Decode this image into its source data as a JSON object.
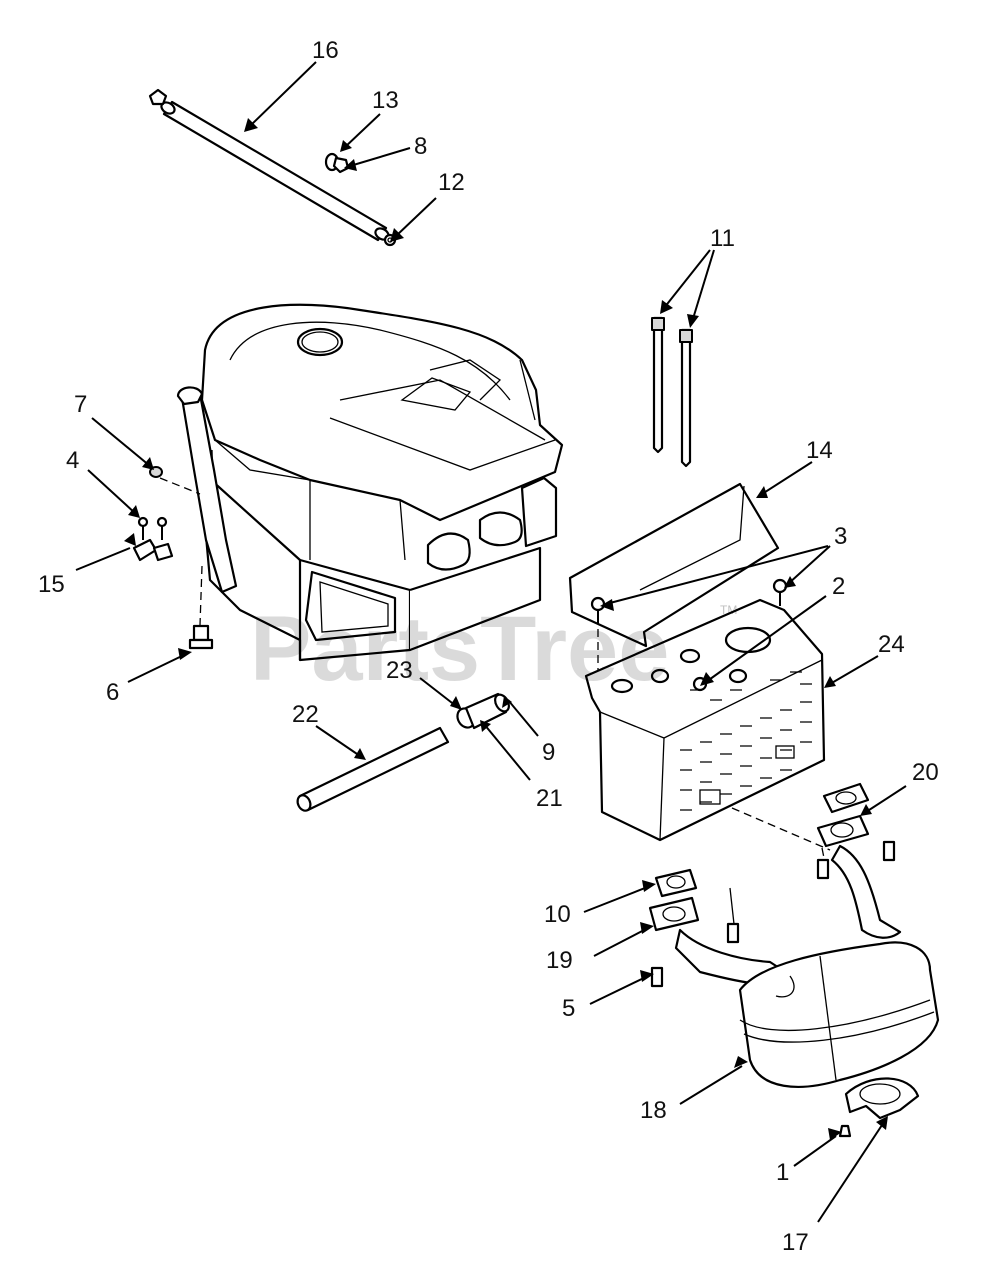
{
  "watermark": {
    "text": "PartsTree",
    "trademark": "TM"
  },
  "callouts": [
    {
      "id": "c16",
      "number": "16"
    },
    {
      "id": "c13",
      "number": "13"
    },
    {
      "id": "c8",
      "number": "8"
    },
    {
      "id": "c12",
      "number": "12"
    },
    {
      "id": "c11",
      "number": "11"
    },
    {
      "id": "c7",
      "number": "7"
    },
    {
      "id": "c4",
      "number": "4"
    },
    {
      "id": "c15",
      "number": "15"
    },
    {
      "id": "c6",
      "number": "6"
    },
    {
      "id": "c14",
      "number": "14"
    },
    {
      "id": "c3",
      "number": "3"
    },
    {
      "id": "c2",
      "number": "2"
    },
    {
      "id": "c24",
      "number": "24"
    },
    {
      "id": "c23",
      "number": "23"
    },
    {
      "id": "c22",
      "number": "22"
    },
    {
      "id": "c9",
      "number": "9"
    },
    {
      "id": "c21",
      "number": "21"
    },
    {
      "id": "c20",
      "number": "20"
    },
    {
      "id": "c10",
      "number": "10"
    },
    {
      "id": "c19",
      "number": "19"
    },
    {
      "id": "c5",
      "number": "5"
    },
    {
      "id": "c18",
      "number": "18"
    },
    {
      "id": "c1",
      "number": "1"
    },
    {
      "id": "c17",
      "number": "17"
    }
  ]
}
